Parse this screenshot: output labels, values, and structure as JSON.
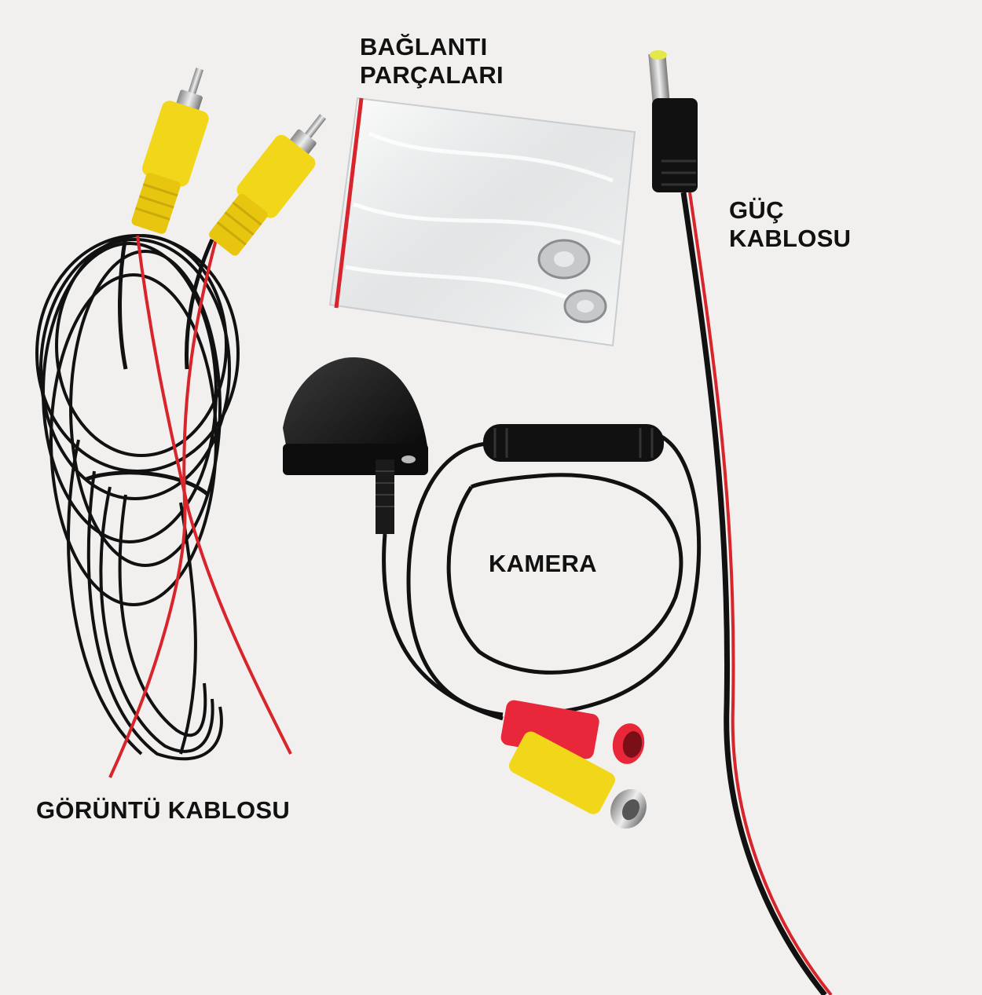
{
  "labels": {
    "parts_line1": "BAĞLANTI",
    "parts_line2": "PARÇALARI",
    "power_line1": "GÜÇ",
    "power_line2": "KABLOSU",
    "camera": "KAMERA",
    "video_cable": "GÖRÜNTÜ KABLOSU"
  },
  "colors": {
    "background": "#f1f0ee",
    "cable_black": "#111111",
    "wire_red": "#d8242b",
    "rca_yellow": "#f2d61a",
    "rca_red": "#e8283a"
  }
}
